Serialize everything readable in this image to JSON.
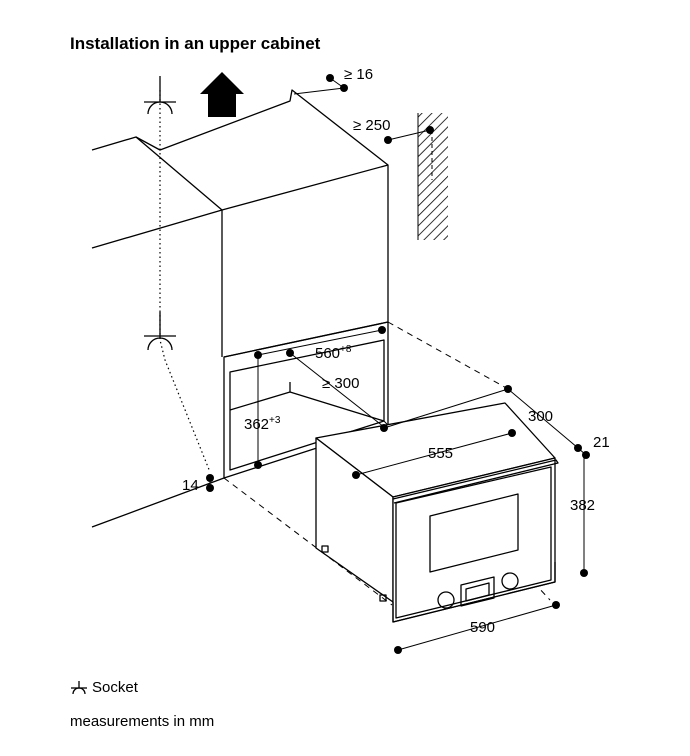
{
  "title": "Installation in an upper cabinet",
  "dimensions": {
    "top_gap": "≥ 16",
    "side_gap": "≥ 250",
    "niche_width": "560",
    "niche_width_tol": "+8",
    "niche_depth": "≥ 300",
    "niche_height": "362",
    "niche_height_tol": "+3",
    "bottom_gap": "14",
    "appliance_depth": "300",
    "appliance_body_width": "555",
    "front_thickness": "21",
    "appliance_height": "382",
    "front_width": "590"
  },
  "legend": {
    "socket_label": "Socket",
    "units_note": "measurements in mm"
  },
  "icons": [
    "up-arrow-icon",
    "socket-icon",
    "wall-hatch"
  ],
  "colors": {
    "line": "#000000",
    "background": "#ffffff"
  }
}
